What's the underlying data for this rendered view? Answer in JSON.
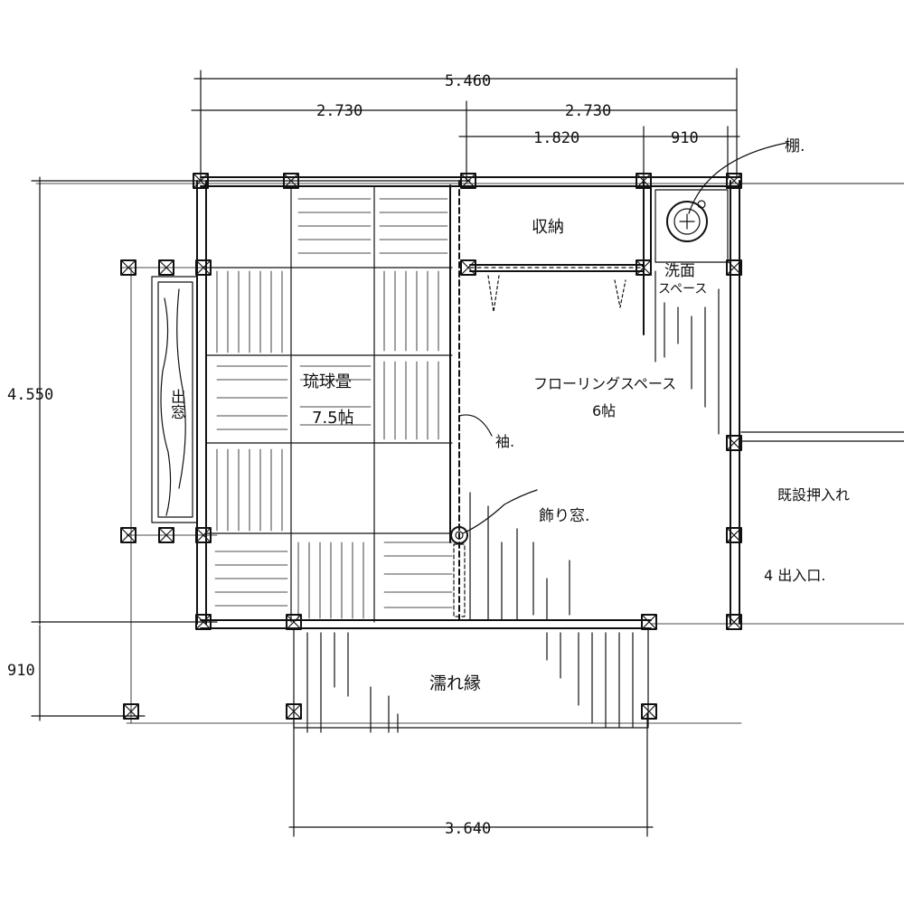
{
  "dimensions": {
    "total_width": "5.460",
    "left_half": "2.730",
    "right_half": "2.730",
    "storage_width": "1.820",
    "shelf_width": "910",
    "total_depth": "4.550",
    "deck_depth": "910",
    "deck_width": "3.640"
  },
  "rooms": {
    "bay_window": "出窓",
    "tatami_line1": "琉球畳",
    "tatami_line2": "7.5帖",
    "storage": "収納",
    "wash_line1": "洗面",
    "wash_line2": "スペース",
    "flooring_line1": "フローリングスペース",
    "flooring_line2": "6帖",
    "deck": "濡れ縁"
  },
  "annotations": {
    "shelf": "棚.",
    "sode_kabe": "袖.",
    "decorative_window": "飾り窓.",
    "existing_closet": "既設押入れ",
    "exit": "4 出入口."
  }
}
